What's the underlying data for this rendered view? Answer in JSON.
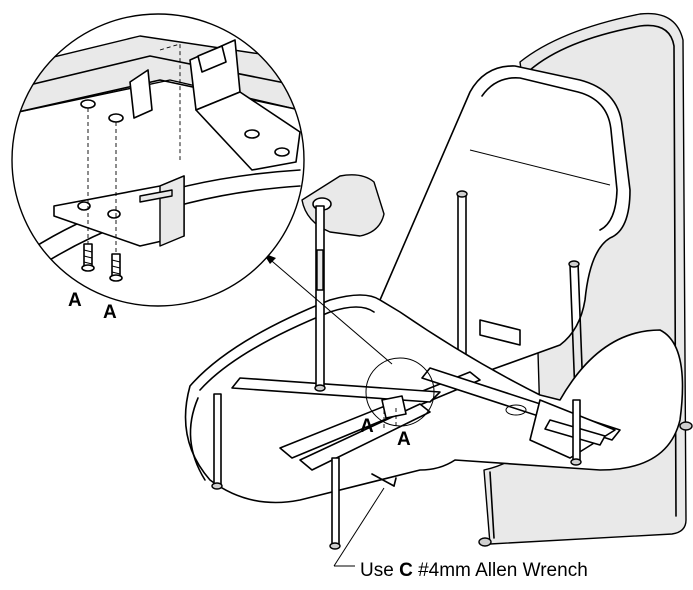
{
  "labels": {
    "fastener": "A",
    "tool_instruction_prefix": "Use ",
    "tool_letter": "C",
    "tool_instruction_suffix": " #4mm Allen Wrench"
  },
  "icons": [
    "bolt-icon",
    "allen-wrench-icon",
    "seat-icon"
  ]
}
